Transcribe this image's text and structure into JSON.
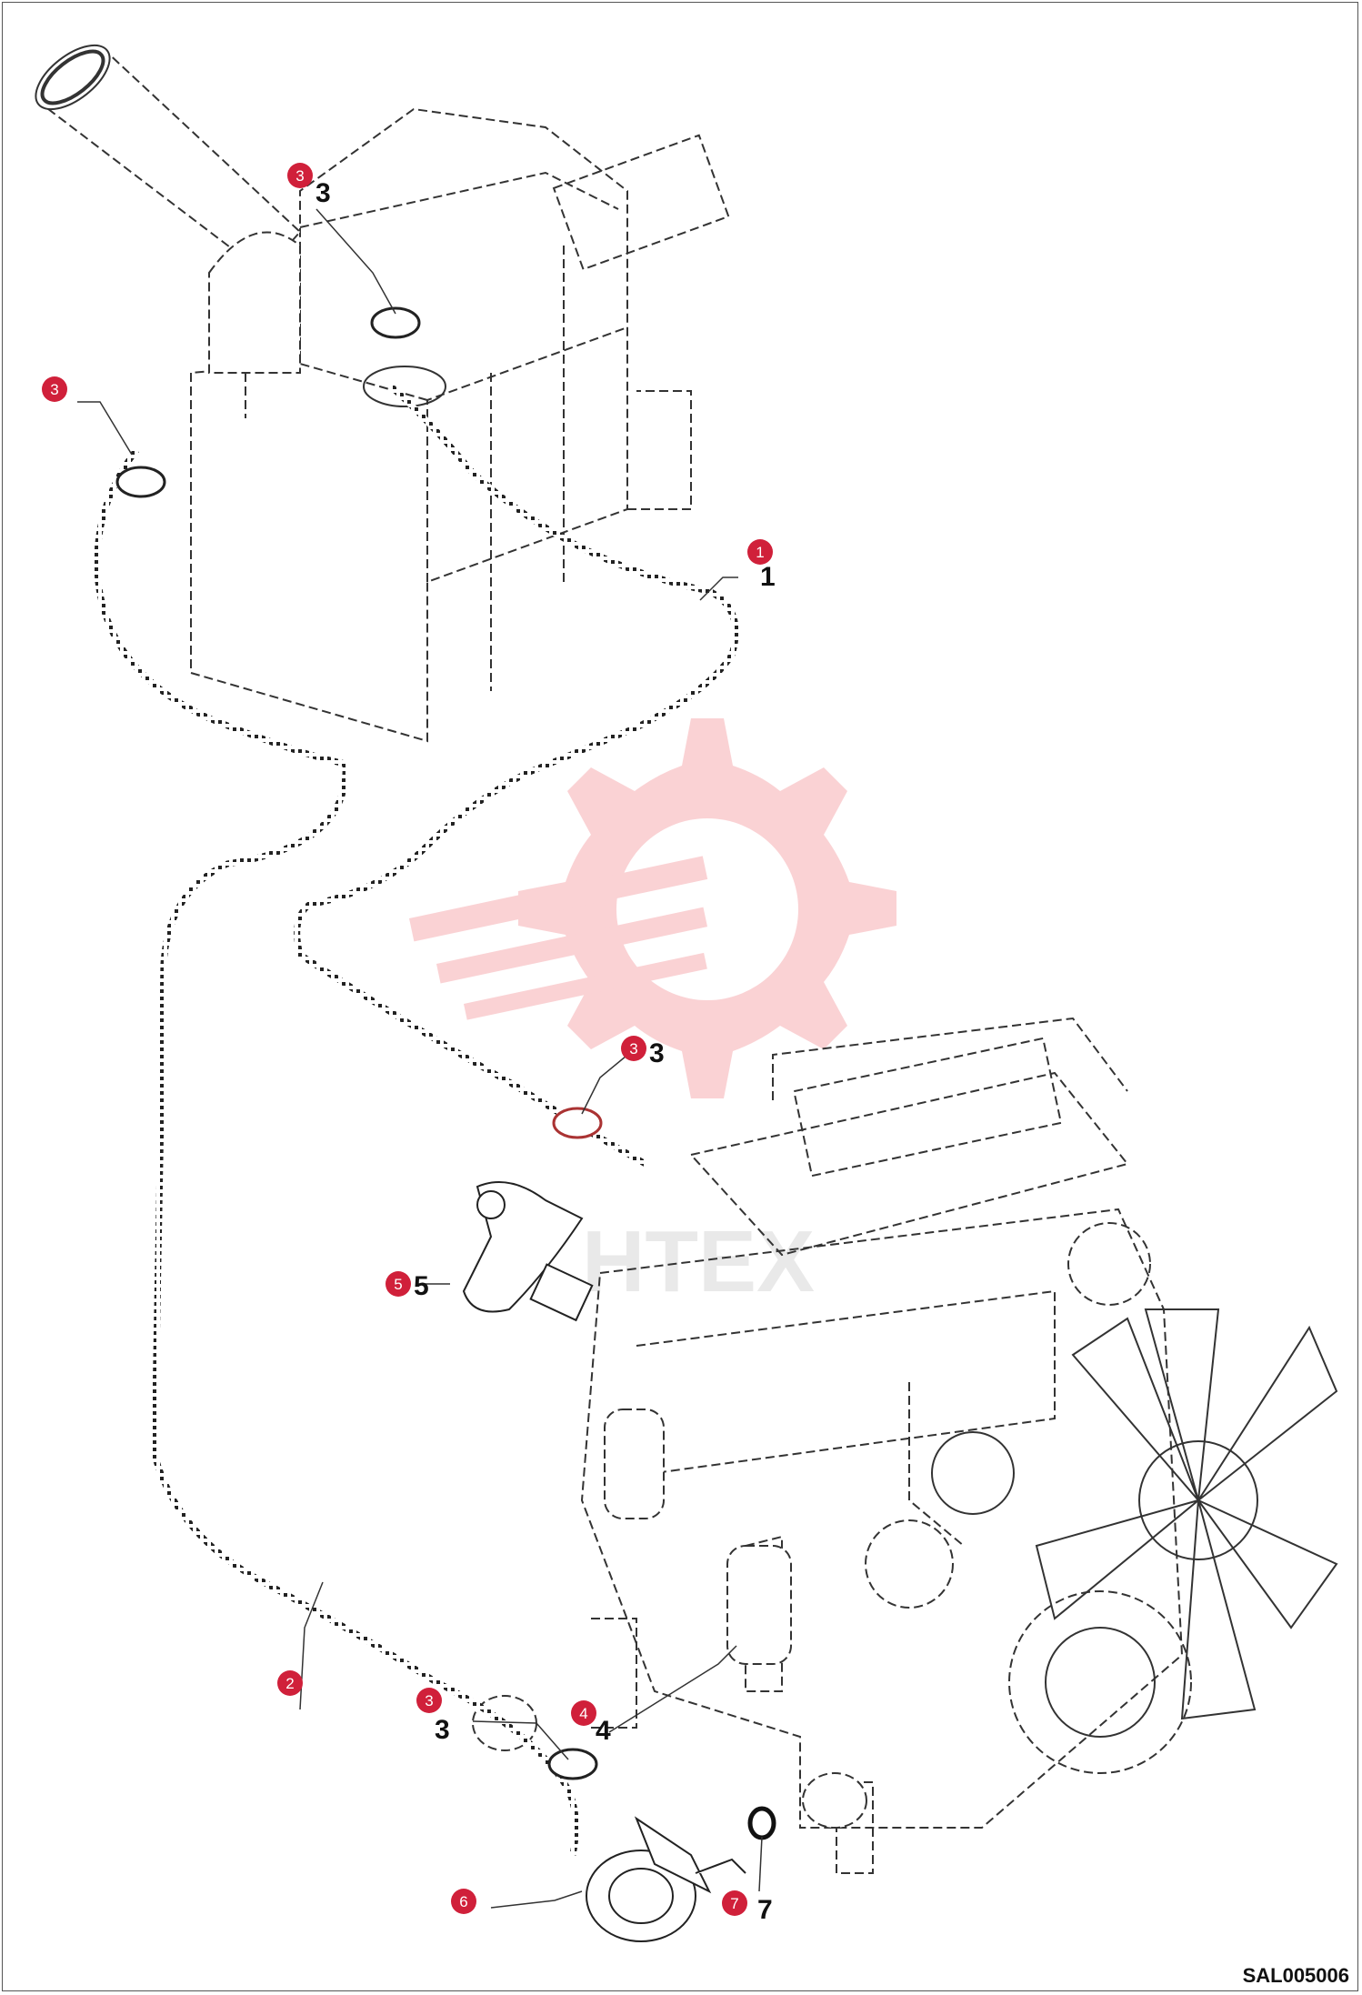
{
  "drawing_code": "SAL005006",
  "watermark": {
    "text": "НТЕХ",
    "color": "#e8323c"
  },
  "badge_color": "#d0203a",
  "callouts": [
    {
      "id": "3a",
      "label": "3"
    },
    {
      "id": "3b",
      "label": "3"
    },
    {
      "id": "1",
      "label": "1"
    },
    {
      "id": "3c",
      "label": "3"
    },
    {
      "id": "5",
      "label": "5"
    },
    {
      "id": "2",
      "label": "2"
    },
    {
      "id": "4",
      "label": "4"
    },
    {
      "id": "3d",
      "label": "3"
    },
    {
      "id": "6",
      "label": "6"
    },
    {
      "id": "7",
      "label": "7"
    }
  ]
}
